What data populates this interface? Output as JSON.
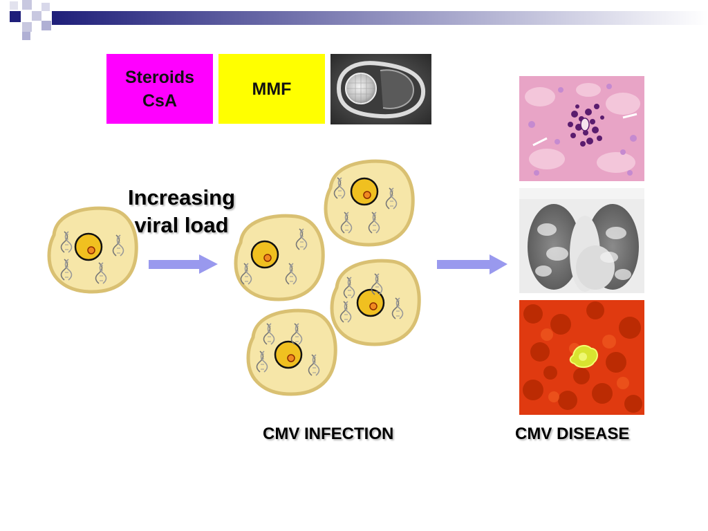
{
  "drug_boxes": [
    {
      "label": "Steroids\nCsA",
      "color": "#ff00ff"
    },
    {
      "label": "MMF",
      "color": "#ffff00"
    }
  ],
  "arrow_text": {
    "line1": "Increasing",
    "line2": "viral load"
  },
  "captions": {
    "infection": "CMV INFECTION",
    "disease": "CMV DISEASE"
  },
  "images": {
    "virion": "electron-micrograph-icon",
    "histology": "histology-slide-icon",
    "xray": "chest-xray-icon",
    "fluorescence": "fluorescence-stain-icon"
  },
  "colors": {
    "cell_fill": "#f6e6a8",
    "cell_border": "#d9c072",
    "nucleus": "#f0c020",
    "arrow": "#9999ee",
    "accent_navy": "#1f1f7a"
  }
}
